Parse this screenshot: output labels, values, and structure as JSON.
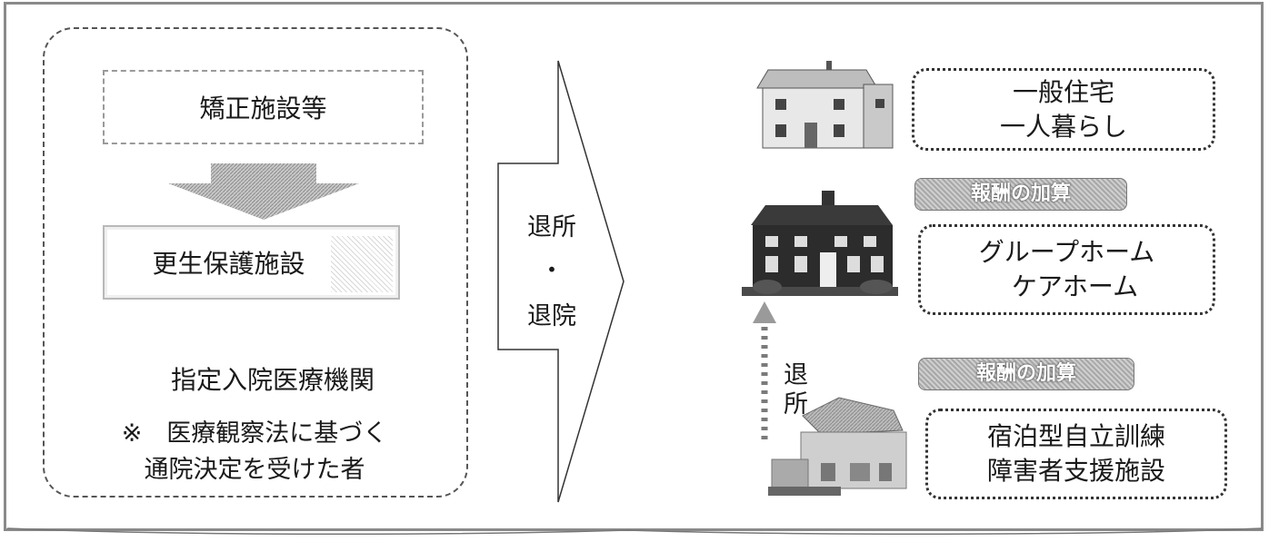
{
  "left": {
    "facility1": "矯正施設等",
    "facility2": "更生保護施設",
    "facility3": "指定入院医療機関",
    "note_line1": "※　医療観察法に基づく",
    "note_line2": "通院決定を受けた者"
  },
  "transition": {
    "line1": "退所",
    "line2": "・",
    "line3": "退院"
  },
  "destinations": {
    "general": {
      "line1": "一般住宅",
      "line2": "一人暮らし"
    },
    "group": {
      "badge": "報酬の加算",
      "line1": "グループホーム",
      "line2": "ケアホーム"
    },
    "lodging": {
      "badge": "報酬の加算",
      "line1": "宿泊型自立訓練",
      "line2": "障害者支援施設"
    },
    "move_out_label": "退所"
  },
  "colors": {
    "border": "#555555",
    "badge": "#b4b4b4"
  }
}
